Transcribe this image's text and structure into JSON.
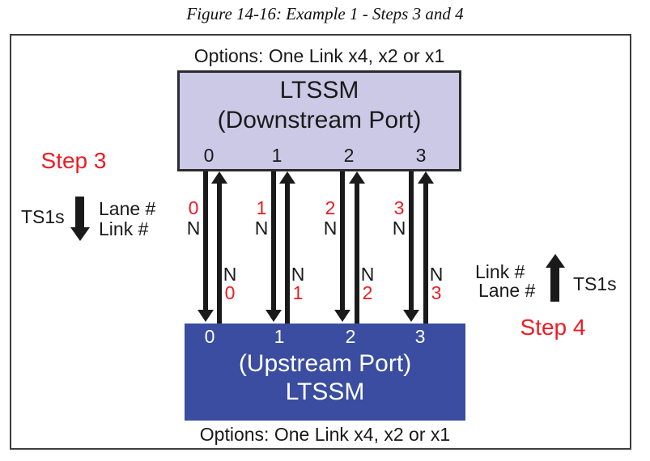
{
  "figure_title": "Figure 14-16: Example 1 - Steps 3 and 4",
  "downstream_port": {
    "options_label": "Options: One Link x4, x2 or x1",
    "title": "LTSSM",
    "subtitle": "(Downstream Port)",
    "link_numbers": [
      "0",
      "1",
      "2",
      "3"
    ]
  },
  "upstream_port": {
    "options_label": "Options: One Link x4, x2 or x1",
    "subtitle": "(Upstream Port)",
    "title": "LTSSM",
    "link_numbers": [
      "0",
      "1",
      "2",
      "3"
    ]
  },
  "lanes": [
    {
      "downstream_lane_number": "0",
      "downstream_link_number": "N",
      "upstream_link_number": "N",
      "upstream_lane_number": "0"
    },
    {
      "downstream_lane_number": "1",
      "downstream_link_number": "N",
      "upstream_link_number": "N",
      "upstream_lane_number": "1"
    },
    {
      "downstream_lane_number": "2",
      "downstream_link_number": "N",
      "upstream_link_number": "N",
      "upstream_lane_number": "2"
    },
    {
      "downstream_lane_number": "3",
      "downstream_link_number": "N",
      "upstream_link_number": "N",
      "upstream_lane_number": "3"
    }
  ],
  "step3": {
    "label": "Step 3",
    "traffic_label": "TS1s",
    "lane_caption": "Lane #",
    "link_caption": "Link #"
  },
  "step4": {
    "label": "Step 4",
    "traffic_label": "TS1s",
    "link_caption": "Link #",
    "lane_caption": "Lane #"
  },
  "colors": {
    "red_accent": "#EC1C24",
    "downstream_box_fill": "#CBC9E5",
    "upstream_box_fill": "#3A4DA0",
    "arrow_black": "#1A1A1A"
  }
}
